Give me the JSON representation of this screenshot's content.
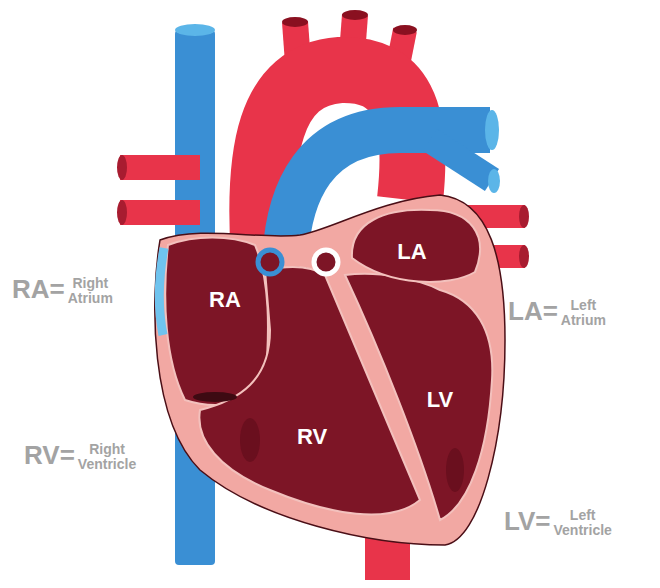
{
  "diagram": {
    "labels": [
      "RA",
      "LA",
      "RV",
      "LV",
      "RA=",
      "Right Atrium",
      "LA=",
      "Left Atrium",
      "RV=",
      "Right Ventricle",
      "LV=",
      "Left Ventricle"
    ]
  }
}
